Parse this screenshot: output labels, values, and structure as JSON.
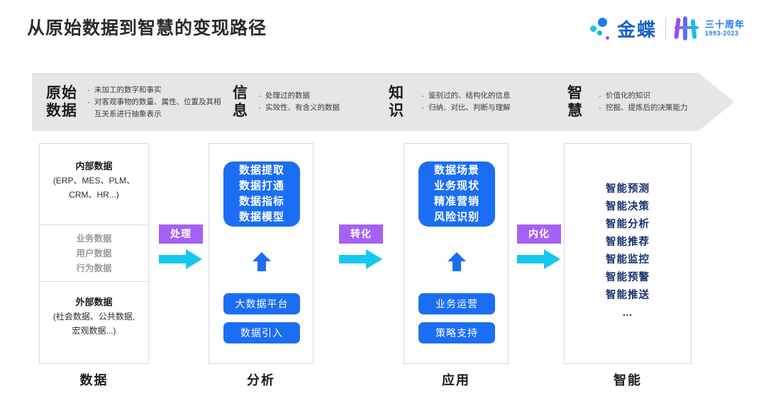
{
  "header": {
    "title": "从原始数据到智慧的变现路径",
    "brand_name": "金蝶",
    "anniversary_top": "三十周年",
    "anniversary_bottom": "1993-2023"
  },
  "band": {
    "stages": [
      {
        "name": "原始\n数据",
        "bullets": [
          "未加工的数字和事实",
          "对客观事物的数量、属性、位置及其相互关系进行抽象表示"
        ]
      },
      {
        "name": "信\n息",
        "bullets": [
          "处理过的数据",
          "实效性、有含义的数据"
        ]
      },
      {
        "name": "知\n识",
        "bullets": [
          "鉴别过的、结构化的信息",
          "归纳、对比、判断与理解"
        ]
      },
      {
        "name": "智\n慧",
        "bullets": [
          "价值化的知识",
          "挖掘、提炼后的决策能力"
        ]
      }
    ],
    "bullet_marker": "·"
  },
  "columns": [
    {
      "label": "数据",
      "internal_title": "内部数据",
      "internal_sub": "(ERP、MES、PLM、\nCRM、HR...)",
      "middle_items": [
        "业务数据",
        "用户数据",
        "行为数据"
      ],
      "external_title": "外部数据",
      "external_sub": "(社会数据、公共数据,\n宏观数据...)"
    },
    {
      "label": "分析",
      "card_lines": "数据提取\n数据打通\n数据指标\n数据模型",
      "pills": [
        "大数据平台",
        "数据引入"
      ]
    },
    {
      "label": "应用",
      "card_lines": "数据场景\n业务现状\n精准营销\n风险识别",
      "pills": [
        "业务运营",
        "策略支持"
      ]
    },
    {
      "label": "智能",
      "items": [
        "智能预测",
        "智能决策",
        "智能分析",
        "智能推荐",
        "智能监控",
        "智能预警",
        "智能推送",
        "…"
      ]
    }
  ],
  "connectors": [
    {
      "label": "处理"
    },
    {
      "label": "转化"
    },
    {
      "label": "内化"
    }
  ],
  "colors": {
    "blue": "#1b6ef3",
    "navy": "#16306e",
    "purple": "#a561f5",
    "cyan": "#14c8f0",
    "band_gray": "#e6e6e6",
    "brand_blue": "#1660c8"
  }
}
